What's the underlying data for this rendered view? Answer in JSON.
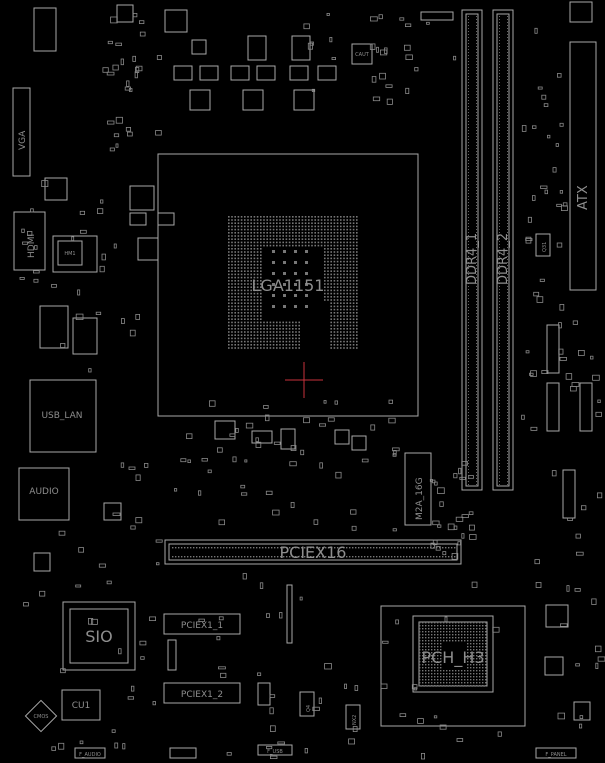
{
  "board": {
    "cpu_socket": "LGA1151",
    "pcie_x16": "PCIEX16",
    "pcie_x1_1": "PCIEX1_1",
    "pcie_x1_2": "PCIEX1_2",
    "dimm_1": "DDR4_1",
    "dimm_2": "DDR4_2",
    "atx_power": "ATX",
    "vga": "VGA",
    "hdmi": "HDMI",
    "hdmi_chip": "HM1",
    "usb_lan": "USB_LAN",
    "audio": "AUDIO",
    "sio": "SIO",
    "pch": "PCH_H3",
    "m2": "M2A_16G",
    "cu1": "CU1",
    "q4": "Q4",
    "nx2": "NX2",
    "q31": "Q31",
    "caut": "CAUT",
    "f_usb": "F_USB",
    "f_panel": "F_PANEL",
    "f_audio": "F_AUDIO",
    "cmos": "CMOS"
  },
  "colors": {
    "background": "#000000",
    "outline": "#a8a8a8",
    "label": "#8e8e8e",
    "pin_1_marker": "#c8323c"
  }
}
